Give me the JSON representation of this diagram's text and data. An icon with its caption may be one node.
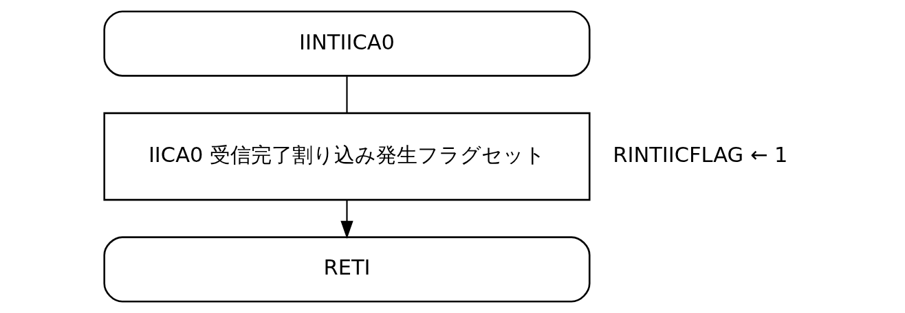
{
  "diagram": {
    "nodes": [
      {
        "text": [
          "IINTIICA0"
        ]
      },
      {
        "text": [
          "IICA0 受信完了割り込み発生フラグセット"
        ],
        "beside": [
          "RINTIICFLAG ← 1"
        ]
      },
      {
        "text": [
          "RETI"
        ]
      }
    ],
    "edges": [
      {
        "from": 0,
        "to": 1,
        "arrow": "none"
      },
      {
        "from": 1,
        "to": 2,
        "arrow": "to"
      }
    ]
  }
}
